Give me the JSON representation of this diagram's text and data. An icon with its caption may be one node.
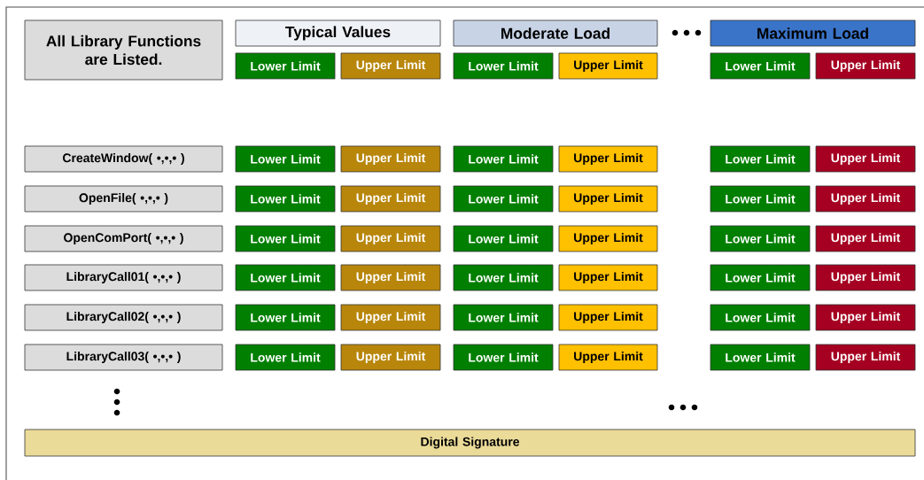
{
  "diagram": {
    "nodes": [
      {
        "text": [
          "All Library Functions are Listed."
        ]
      },
      {
        "text": [
          "Typical Values"
        ]
      },
      {
        "text": [
          "Moderate Load"
        ]
      },
      {
        "text": [
          "Maximum Load"
        ]
      },
      {
        "text": [
          "Lower Limit"
        ]
      },
      {
        "text": [
          "Upper Limit"
        ]
      },
      {
        "text": [
          "Lower Limit"
        ]
      },
      {
        "text": [
          "Upper Limit"
        ]
      },
      {
        "text": [
          "Lower Limit"
        ]
      },
      {
        "text": [
          "Upper Limit"
        ]
      },
      {
        "text": [
          "CreateWindow( •,•,• )"
        ]
      },
      {
        "text": [
          "Lower Limit"
        ]
      },
      {
        "text": [
          "Upper Limit"
        ]
      },
      {
        "text": [
          "Lower Limit"
        ]
      },
      {
        "text": [
          "Upper Limit"
        ]
      },
      {
        "text": [
          "Lower Limit"
        ]
      },
      {
        "text": [
          "Upper Limit"
        ]
      },
      {
        "text": [
          "OpenFile( •,•,• )"
        ]
      },
      {
        "text": [
          "Lower Limit"
        ]
      },
      {
        "text": [
          "Upper Limit"
        ]
      },
      {
        "text": [
          "Lower Limit"
        ]
      },
      {
        "text": [
          "Upper Limit"
        ]
      },
      {
        "text": [
          "Lower Limit"
        ]
      },
      {
        "text": [
          "Upper Limit"
        ]
      },
      {
        "text": [
          "OpenComPort( •,•,• )"
        ]
      },
      {
        "text": [
          "Lower Limit"
        ]
      },
      {
        "text": [
          "Upper Limit"
        ]
      },
      {
        "text": [
          "Lower Limit"
        ]
      },
      {
        "text": [
          "Upper Limit"
        ]
      },
      {
        "text": [
          "Lower Limit"
        ]
      },
      {
        "text": [
          "Upper Limit"
        ]
      },
      {
        "text": [
          "LibraryCall01( •,•,• )"
        ]
      },
      {
        "text": [
          "Lower Limit"
        ]
      },
      {
        "text": [
          "Upper Limit"
        ]
      },
      {
        "text": [
          "Lower Limit"
        ]
      },
      {
        "text": [
          "Upper Limit"
        ]
      },
      {
        "text": [
          "Lower Limit"
        ]
      },
      {
        "text": [
          "Upper Limit"
        ]
      },
      {
        "text": [
          "LibraryCall02( •,•,• )"
        ]
      },
      {
        "text": [
          "Lower Limit"
        ]
      },
      {
        "text": [
          "Upper Limit"
        ]
      },
      {
        "text": [
          "Lower Limit"
        ]
      },
      {
        "text": [
          "Upper Limit"
        ]
      },
      {
        "text": [
          "Lower Limit"
        ]
      },
      {
        "text": [
          "Upper Limit"
        ]
      },
      {
        "text": [
          "LibraryCall03( •,•,• )"
        ]
      },
      {
        "text": [
          "Lower Limit"
        ]
      },
      {
        "text": [
          "Upper Limit"
        ]
      },
      {
        "text": [
          "Lower Limit"
        ]
      },
      {
        "text": [
          "Upper Limit"
        ]
      },
      {
        "text": [
          "Lower Limit"
        ]
      },
      {
        "text": [
          "Upper Limit"
        ]
      },
      {
        "text": [
          "Digital Signature"
        ]
      }
    ]
  }
}
